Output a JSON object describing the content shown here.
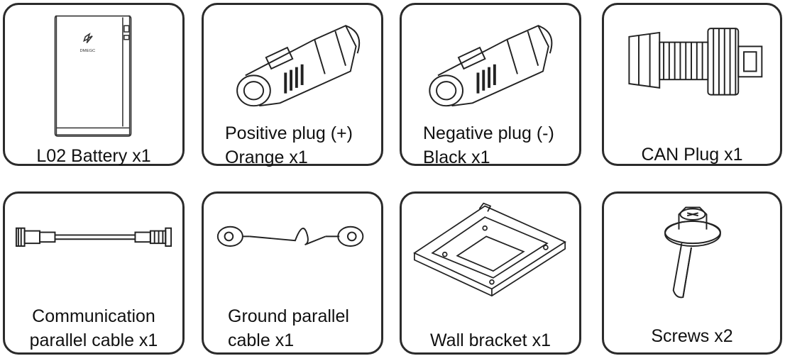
{
  "items": [
    {
      "line1": "L02 Battery x1",
      "line2": "",
      "icon": "battery-icon"
    },
    {
      "line1": "Positive plug (+)",
      "line2": "Orange x1",
      "icon": "positive-plug-icon"
    },
    {
      "line1": "Negative plug (-)",
      "line2": "Black x1",
      "icon": "negative-plug-icon"
    },
    {
      "line1": "CAN Plug x1",
      "line2": "",
      "icon": "can-plug-icon"
    },
    {
      "line1": "Communication",
      "line2": "parallel cable x1",
      "icon": "communication-cable-icon"
    },
    {
      "line1": "Ground parallel",
      "line2": "cable x1",
      "icon": "ground-cable-icon"
    },
    {
      "line1": "Wall bracket x1",
      "line2": "",
      "icon": "wall-bracket-icon"
    },
    {
      "line1": "Screws x2",
      "line2": "",
      "icon": "screw-icon"
    }
  ],
  "battery_logo": "DMEGC"
}
